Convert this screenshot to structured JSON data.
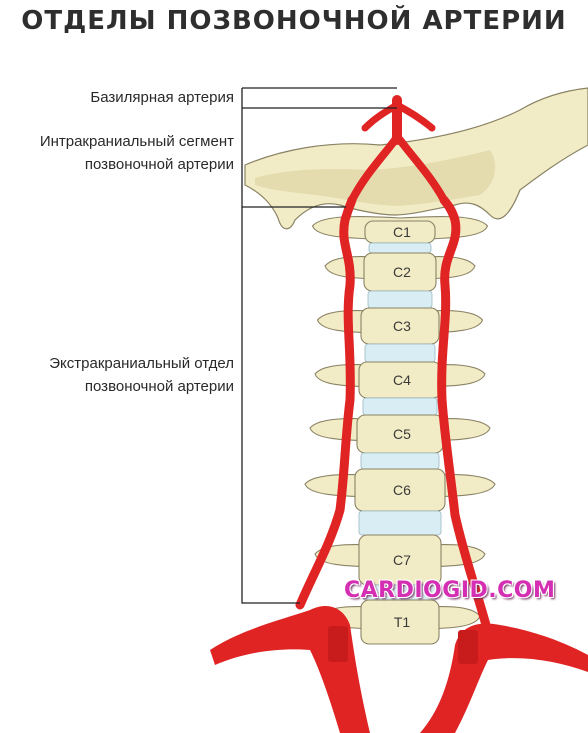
{
  "title": "ОТДЕЛЫ ПОЗВОНОЧНОЙ АРТЕРИИ",
  "labels": {
    "basilar": "Базилярная артерия",
    "intracranial_line1": "Интракраниальный сегмент",
    "intracranial_line2": "позвоночной артерии",
    "extracranial_line1": "Экстракраниальный отдел",
    "extracranial_line2": "позвоночной артерии"
  },
  "vertebrae": [
    "C1",
    "C2",
    "C3",
    "C4",
    "C5",
    "C6",
    "C7",
    "T1"
  ],
  "watermark": "CARDIOGID.COM",
  "colors": {
    "artery": "#e02424",
    "bone": "#f2ecc6",
    "bone_outline": "#8a8264",
    "disc": "#d8eef4",
    "line": "#222222"
  }
}
